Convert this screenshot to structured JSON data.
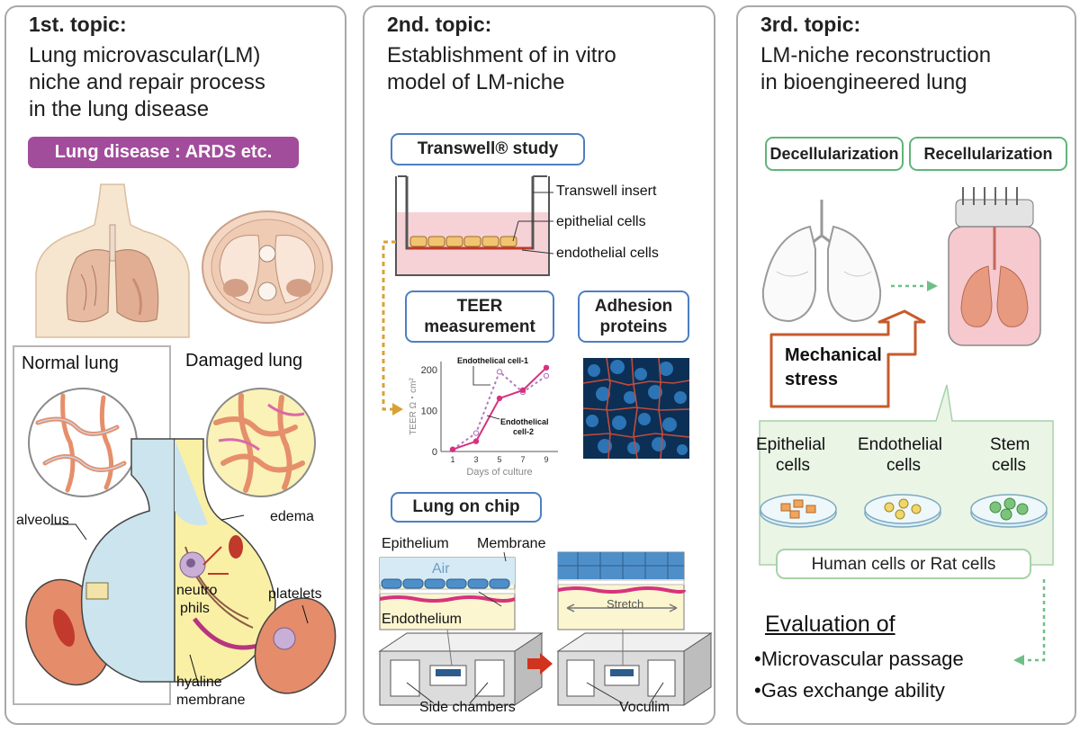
{
  "panel1": {
    "number": "1st. topic:",
    "title_lines": [
      "Lung microvascular(LM)",
      "niche and repair process",
      "in the lung disease"
    ],
    "disease_banner": "Lung disease : ARDS etc.",
    "normal_label": "Normal lung",
    "damaged_label": "Damaged lung",
    "alveolus": "alveolus",
    "edema": "edema",
    "neutrophils_1": "neutro",
    "neutrophils_2": "phils",
    "platelets": "platelets",
    "hyaline_1": "hyaline",
    "hyaline_2": "membrane"
  },
  "panel2": {
    "number": "2nd. topic:",
    "title_lines": [
      "Establishment of in vitro",
      "model of LM-niche"
    ],
    "transwell_box": "Transwell® study",
    "transwell_insert": "Transwell insert",
    "epithelial_cells": "epithelial cells",
    "endothelial_cells": "endothelial cells",
    "teer_line1": "TEER",
    "teer_line2": "measurement",
    "adhesion_line1": "Adhesion",
    "adhesion_line2": "proteins",
    "lung_chip": "Lung on chip",
    "epithelium": "Epithelium",
    "membrane": "Membrane",
    "air": "Air",
    "endothelium": "Endothelium",
    "stretch": "Stretch",
    "side_chambers": "Side chambers",
    "voculim": "Voculim"
  },
  "panel3": {
    "number": "3rd. topic:",
    "title_lines": [
      "LM-niche reconstruction",
      "in bioengineered lung"
    ],
    "decell": "Decellularization",
    "recell": "Recellularization",
    "mech_line1": "Mechanical",
    "mech_line2": "stress",
    "cell_types": [
      {
        "line1": "Epithelial",
        "line2": "cells"
      },
      {
        "line1": "Endothelial",
        "line2": "cells"
      },
      {
        "line1": "Stem",
        "line2": "cells"
      }
    ],
    "cell_source": "Human cells or Rat cells",
    "evaluation_title": "Evaluation of",
    "evaluation_items": [
      "•Microvascular passage",
      "•Gas exchange ability"
    ]
  },
  "chart_data": {
    "type": "line",
    "xlabel": "Days of culture",
    "ylabel": "TEER Ω・cm²",
    "x": [
      1,
      3,
      5,
      7,
      9
    ],
    "xlim": [
      0,
      10
    ],
    "ylim": [
      0,
      220
    ],
    "yticks": [
      0,
      100,
      200
    ],
    "series": [
      {
        "name": "Endothelical cell-1",
        "values": [
          5,
          45,
          195,
          145,
          185
        ],
        "color": "#b27ac4",
        "dashed": true
      },
      {
        "name": "Endothelical cell-2",
        "values": [
          5,
          25,
          130,
          150,
          205
        ],
        "color": "#d6337e",
        "dashed": false
      }
    ],
    "label_cell1": "Endothelical cell-1",
    "label_cell2_a": "Endothelical",
    "label_cell2_b": "cell-2"
  }
}
